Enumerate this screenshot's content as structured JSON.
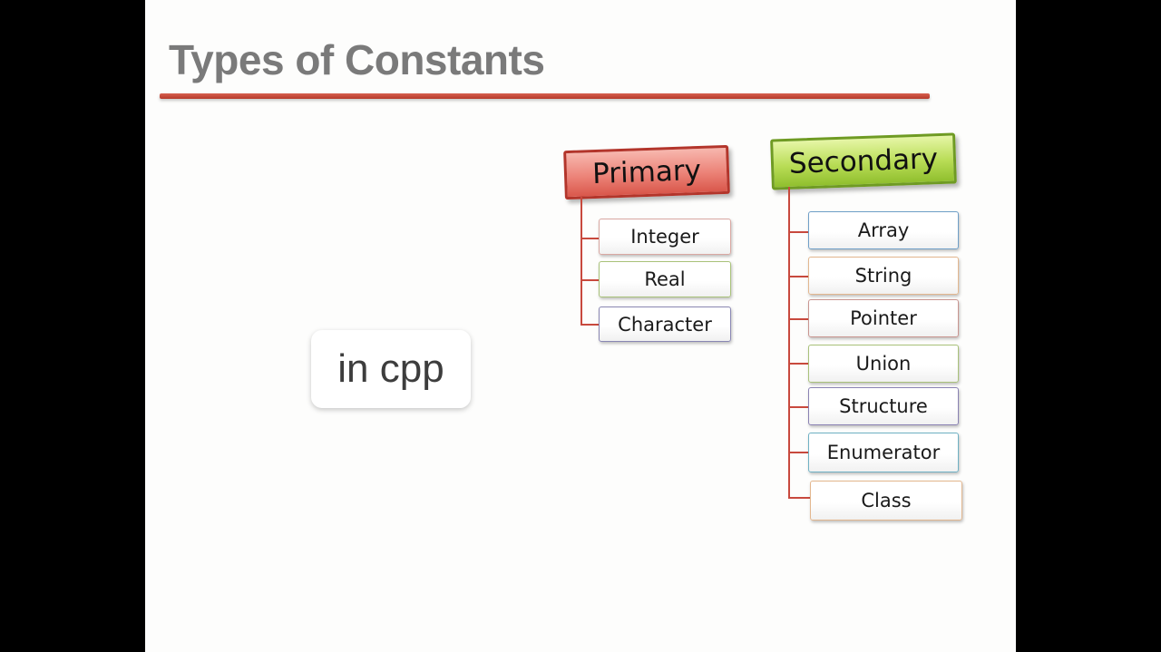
{
  "slide": {
    "title": "Types of Constants",
    "caption": "in cpp"
  },
  "diagram": {
    "primary": {
      "label": "Primary",
      "color": "#ec8378",
      "items": [
        {
          "label": "Integer",
          "border": "#d9a8a2"
        },
        {
          "label": "Real",
          "border": "#a9c27a"
        },
        {
          "label": "Character",
          "border": "#8a87b3"
        }
      ]
    },
    "secondary": {
      "label": "Secondary",
      "color": "#b8dc55",
      "items": [
        {
          "label": "Array",
          "border": "#6f9fc8"
        },
        {
          "label": "String",
          "border": "#e3b78f"
        },
        {
          "label": "Pointer",
          "border": "#c99590"
        },
        {
          "label": "Union",
          "border": "#a9c27a"
        },
        {
          "label": "Structure",
          "border": "#8a82b3"
        },
        {
          "label": "Enumerator",
          "border": "#6fb1c4"
        },
        {
          "label": "Class",
          "border": "#e3b78f"
        }
      ]
    }
  }
}
